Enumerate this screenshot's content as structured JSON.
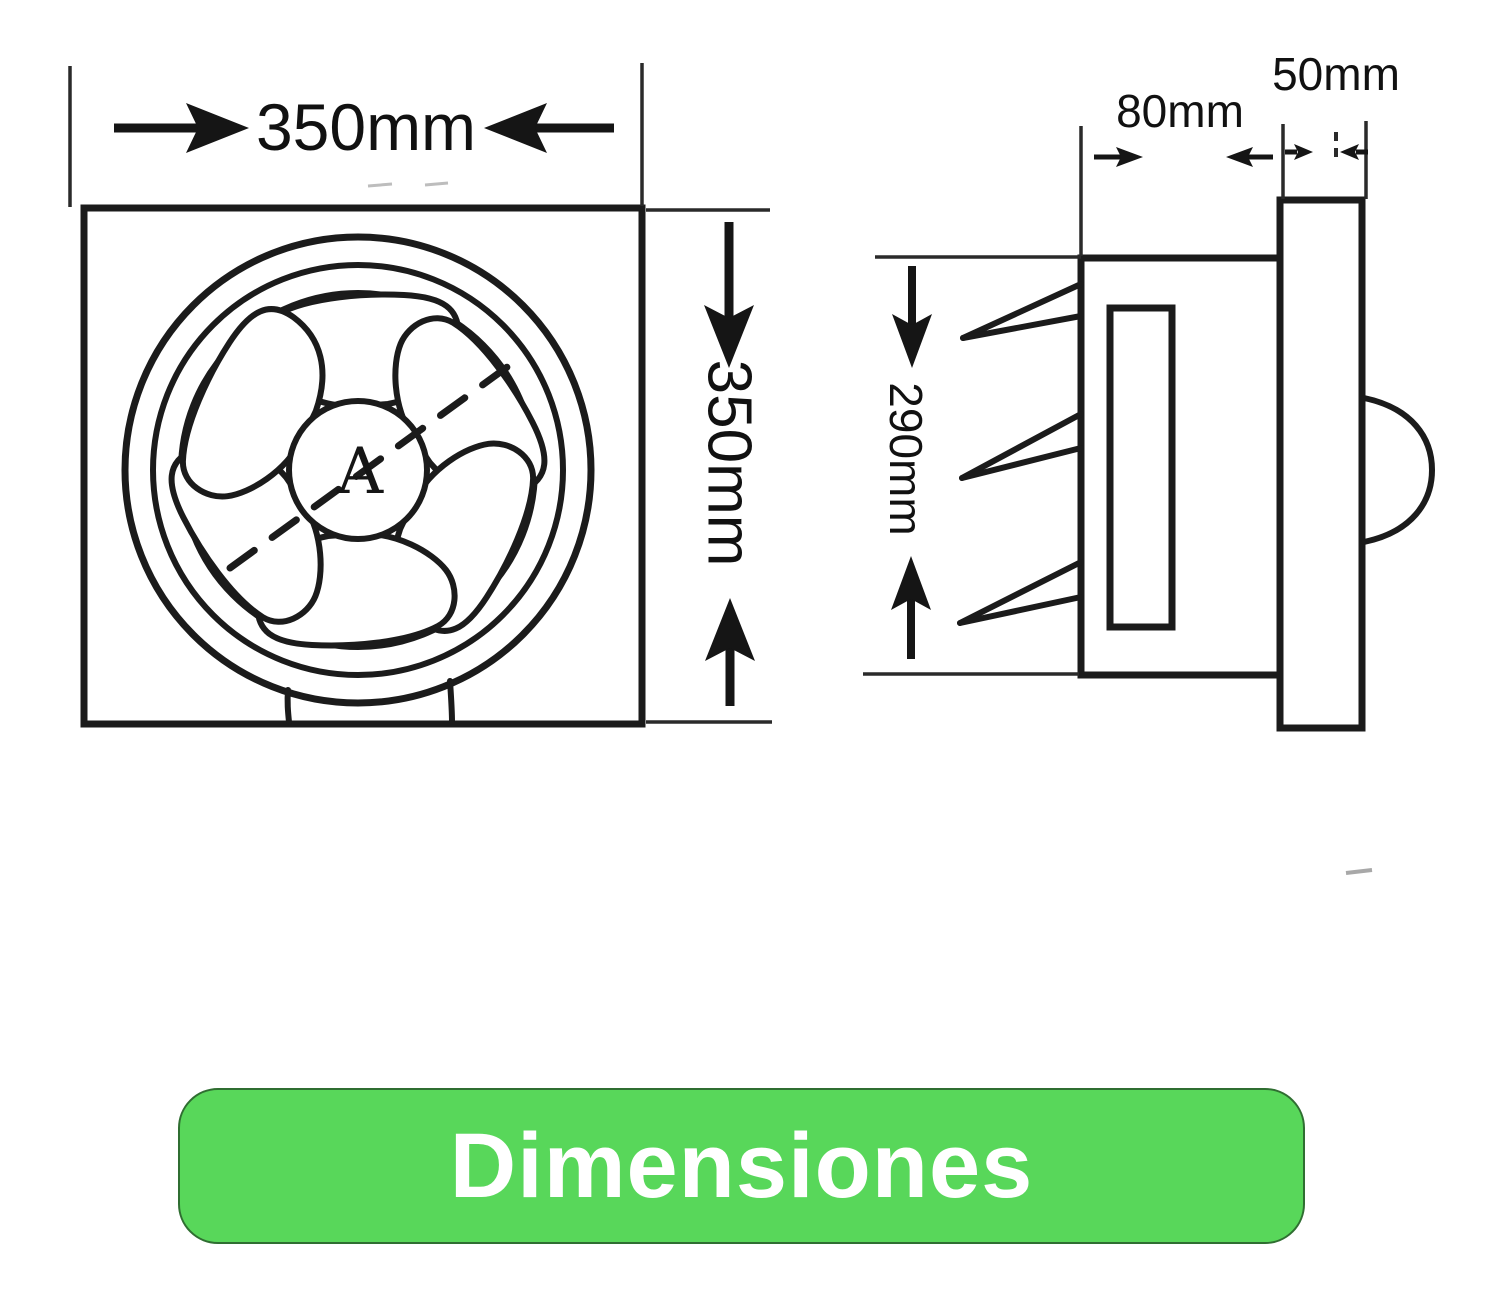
{
  "front_view": {
    "width_label": "350mm",
    "height_label": "350mm",
    "hub_letter": "A"
  },
  "side_view": {
    "body_depth_label": "80mm",
    "panel_depth_label": "50mm",
    "height_label": "290mm"
  },
  "button": {
    "label": "Dimensiones",
    "background_color": "#58d75a",
    "border_color": "#2f6e31",
    "text_color": "#ffffff"
  },
  "style": {
    "line_color": "#1b1b1b",
    "background_color": "#ffffff"
  }
}
